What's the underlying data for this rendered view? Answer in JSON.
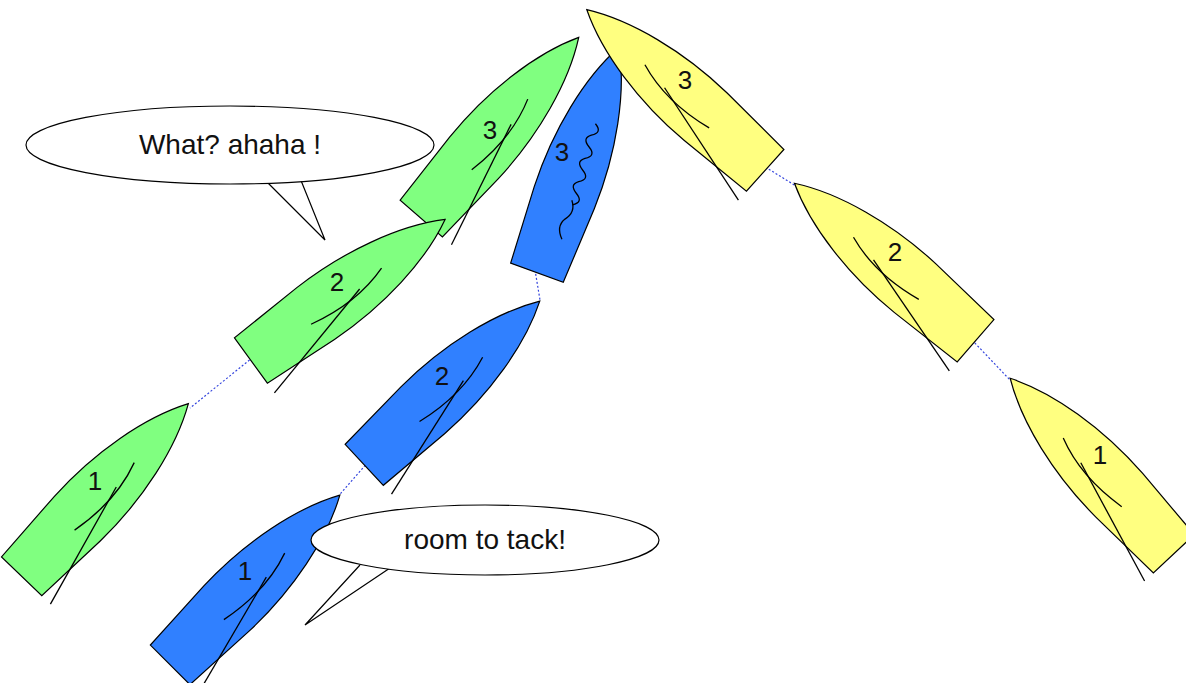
{
  "diagram": {
    "nodes": [
      {
        "text": [
          "What? ahaha !"
        ]
      },
      {
        "text": [
          "room to tack!"
        ]
      }
    ],
    "labels": [
      "3",
      "3",
      "3",
      "2",
      "2",
      "2",
      "1",
      "1",
      "1"
    ]
  }
}
